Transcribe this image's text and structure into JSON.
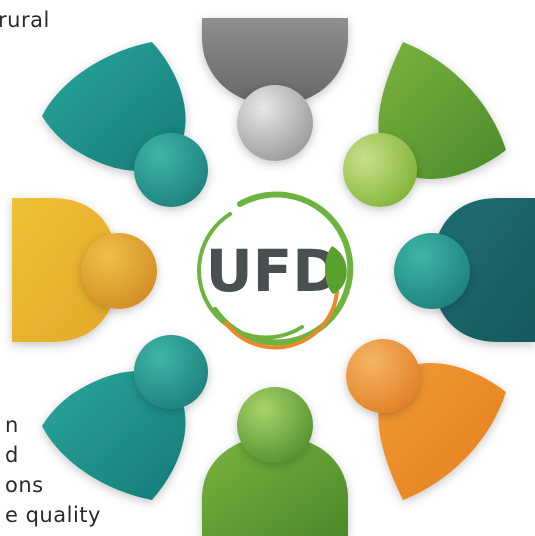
{
  "logo": {
    "text": "UFD",
    "colors": {
      "ring_green": "#6cb33f",
      "ring_orange": "#e8892b",
      "letters": "#4a4f52",
      "leaf": "#5aa02c"
    }
  },
  "text_fragments": [
    {
      "text": "rural"
    },
    {
      "text": "n"
    },
    {
      "text": "d"
    },
    {
      "text": "ons"
    },
    {
      "text": "e quality"
    }
  ],
  "figures": [
    {
      "position": "top",
      "color": "gray",
      "head": "#c9cacb",
      "body": "#7a7c7d"
    },
    {
      "position": "top-right",
      "color": "green",
      "head": "#a7cc5a",
      "body": "#5f9a2f"
    },
    {
      "position": "right",
      "color": "teal",
      "head": "#3aa89b",
      "body": "#1f6f70"
    },
    {
      "position": "bottom-right",
      "color": "orange",
      "head": "#f0a24a",
      "body": "#e8892b"
    },
    {
      "position": "bottom",
      "color": "green",
      "head": "#8cbf4a",
      "body": "#4f8f2c"
    },
    {
      "position": "bottom-left",
      "color": "teal",
      "head": "#2f9e95",
      "body": "#1e8a84"
    },
    {
      "position": "left",
      "color": "yellow",
      "head": "#e0a937",
      "body": "#eab72f"
    },
    {
      "position": "top-left",
      "color": "teal",
      "head": "#2a9a90",
      "body": "#1b8d87"
    }
  ]
}
